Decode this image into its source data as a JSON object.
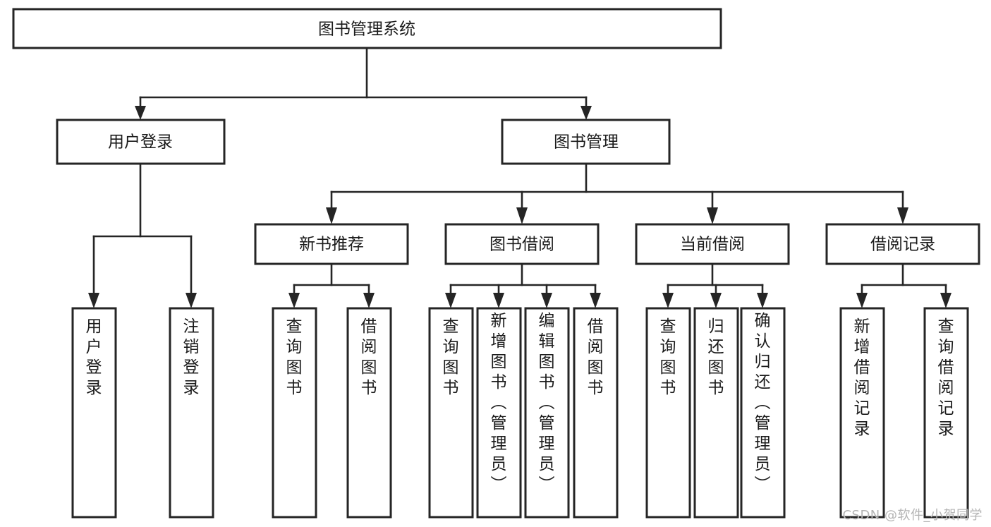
{
  "diagram": {
    "title": "图书管理系统",
    "type": "tree-hierarchy-diagram",
    "colors": {
      "box_stroke": "#252525",
      "box_fill": "#ffffff",
      "connector": "#252525",
      "text": "#1b1b1b",
      "watermark": "#b4b4b4",
      "background": "#ffffff"
    },
    "root": {
      "label": "图书管理系统"
    },
    "level2": [
      {
        "label": "用户登录"
      },
      {
        "label": "图书管理"
      }
    ],
    "level3": [
      {
        "label": "新书推荐"
      },
      {
        "label": "图书借阅"
      },
      {
        "label": "当前借阅"
      },
      {
        "label": "借阅记录"
      }
    ],
    "leaves": {
      "user_login": [
        {
          "label": "用户登录"
        },
        {
          "label": "注销登录"
        }
      ],
      "new_book_recommend": [
        {
          "label": "查询图书"
        },
        {
          "label": "借阅图书"
        }
      ],
      "book_borrow": [
        {
          "label": "查询图书"
        },
        {
          "label": "新增图书（管理员）"
        },
        {
          "label": "编辑图书（管理员）"
        },
        {
          "label": "借阅图书"
        }
      ],
      "current_borrow": [
        {
          "label": "查询图书"
        },
        {
          "label": "归还图书"
        },
        {
          "label": "确认归还（管理员）"
        }
      ],
      "borrow_records": [
        {
          "label": "新增借阅记录"
        },
        {
          "label": "查询借阅记录"
        }
      ]
    }
  },
  "watermark": {
    "text": "CSDN @软件_小贺同学"
  }
}
